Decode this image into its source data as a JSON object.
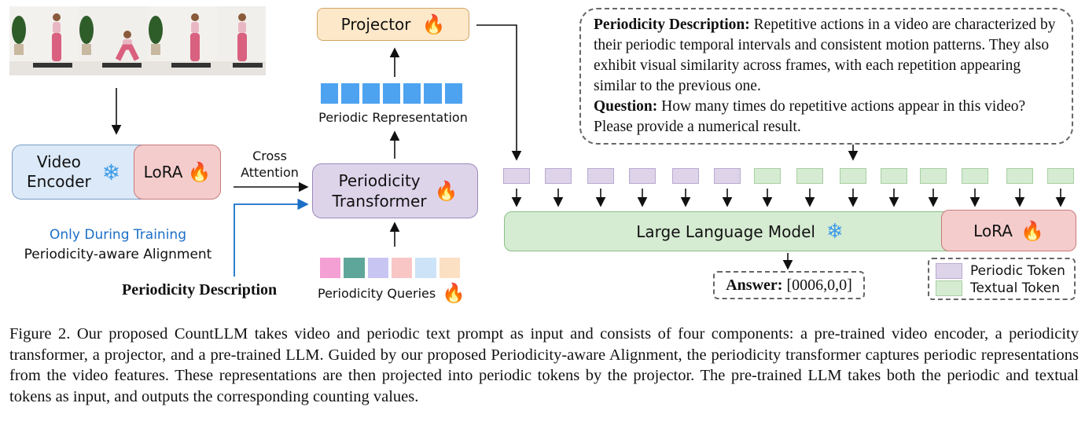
{
  "video_frames": {
    "count": 4
  },
  "video_encoder": {
    "label_line1": "Video",
    "label_line2": "Encoder",
    "icon": "snowflake-icon"
  },
  "encoder_lora": {
    "label": "LoRA",
    "icon": "fire-icon"
  },
  "cross_attention": {
    "line1": "Cross",
    "line2": "Attention"
  },
  "periodicity_transformer": {
    "line1": "Periodicity",
    "line2": "Transformer",
    "icon": "fire-icon"
  },
  "periodic_representation": {
    "label": "Periodic Representation",
    "count": 7
  },
  "projector": {
    "label": "Projector",
    "icon": "fire-icon"
  },
  "periodicity_queries": {
    "label": "Periodicity Queries",
    "colors": [
      "#f5a0d5",
      "#5fa69a",
      "#c9c5f2",
      "#f9c6c6",
      "#cde3f7",
      "#fbe0c4"
    ]
  },
  "training_note": {
    "line1": "Only During Training",
    "line2": "Periodicity-aware Alignment"
  },
  "periodicity_description_label": "Periodicity Description",
  "prompt": {
    "desc_title": "Periodicity Description:",
    "desc_text": " Repetitive actions in a video are characterized by their periodic temporal intervals and consistent motion patterns. They also exhibit visual similarity across frames, with each repetition appearing similar to the previous one.",
    "question_title": "Question:",
    "question_text": " How many times do repetitive actions appear in this video? Please provide a numerical result."
  },
  "tokens": {
    "periodic_count": 6,
    "textual_count": 8
  },
  "llm": {
    "label": "Large Language Model",
    "icon": "snowflake-icon"
  },
  "llm_lora": {
    "label": "LoRA",
    "icon": "fire-icon"
  },
  "answer": {
    "title": "Answer:",
    "value": " [0006,0,0]"
  },
  "legend": {
    "periodic": "Periodic Token",
    "textual": "Textual Token"
  },
  "colors": {
    "encoder_blue": "#dbe9f8",
    "lora_red": "#f4cccc",
    "transformer_purple": "#ddd4ea",
    "projector_orange": "#fde8c9",
    "rep_blue": "#4da3f0",
    "periodic_token": "#ddd4ea",
    "textual_token": "#d5ebd2",
    "llm_green": "#d5ebd2",
    "training_blue": "#1a6fc7"
  },
  "caption": "Figure 2. Our proposed CountLLM takes video and periodic text prompt as input and consists of four components: a pre-trained video encoder, a periodicity transformer, a projector, and a pre-trained LLM. Guided by our proposed Periodicity-aware Alignment, the periodicity transformer captures periodic representations from the video features. These representations are then projected into periodic tokens by the projector. The pre-trained LLM takes both the periodic and textual tokens as input, and outputs the corresponding counting values."
}
